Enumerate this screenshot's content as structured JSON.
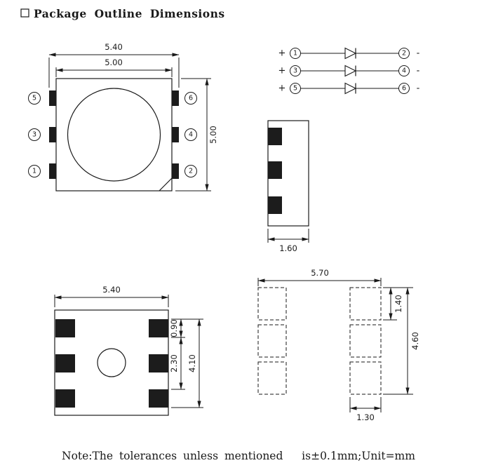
{
  "title": "Package Outline Dimensions",
  "note": "Note:The tolerances unless mentioned   is±0.1mm;Unit=mm",
  "colors": {
    "line": "#1a1a1a",
    "pad_fill": "#1c1c1c",
    "background": "#ffffff"
  },
  "top_view": {
    "dim_overall_width": "5.40",
    "dim_body_width": "5.00",
    "dim_body_height": "5.00",
    "pins_left": [
      "5",
      "3",
      "1"
    ],
    "pins_right": [
      "6",
      "4",
      "2"
    ]
  },
  "circuit": {
    "plus": "+",
    "minus": "-",
    "rows": [
      {
        "anode": "1",
        "cathode": "2"
      },
      {
        "anode": "3",
        "cathode": "4"
      },
      {
        "anode": "5",
        "cathode": "6"
      }
    ]
  },
  "side_view": {
    "dim_thickness": "1.60"
  },
  "bottom_view": {
    "dim_width": "5.40",
    "dim_pad_height": "0.90",
    "dim_pad_gap": "2.30",
    "dim_pads_span": "4.10"
  },
  "solder_pattern": {
    "dim_width": "5.70",
    "dim_pad_height": "1.40",
    "dim_span": "4.60",
    "dim_pad_width": "1.30"
  }
}
